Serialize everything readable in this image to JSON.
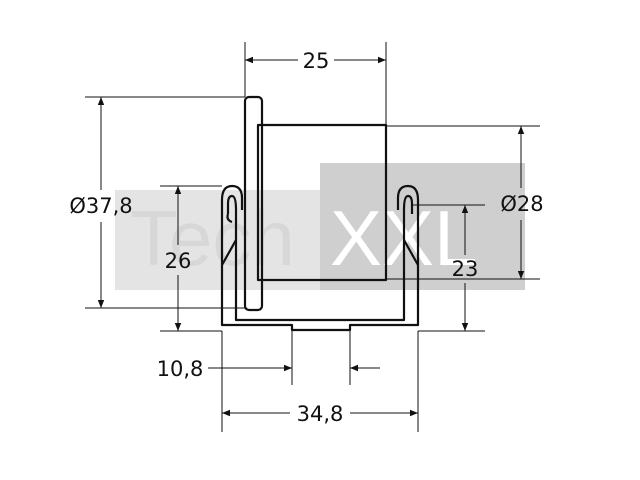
{
  "watermark": {
    "brand_left": "Tech",
    "brand_right": "XXL"
  },
  "dimensions": {
    "top_width": "25",
    "flange_diameter": "Ø37,8",
    "roller_diameter": "Ø28",
    "left_height": "26",
    "right_height": "23",
    "slot_width": "10,8",
    "total_width": "34,8"
  }
}
